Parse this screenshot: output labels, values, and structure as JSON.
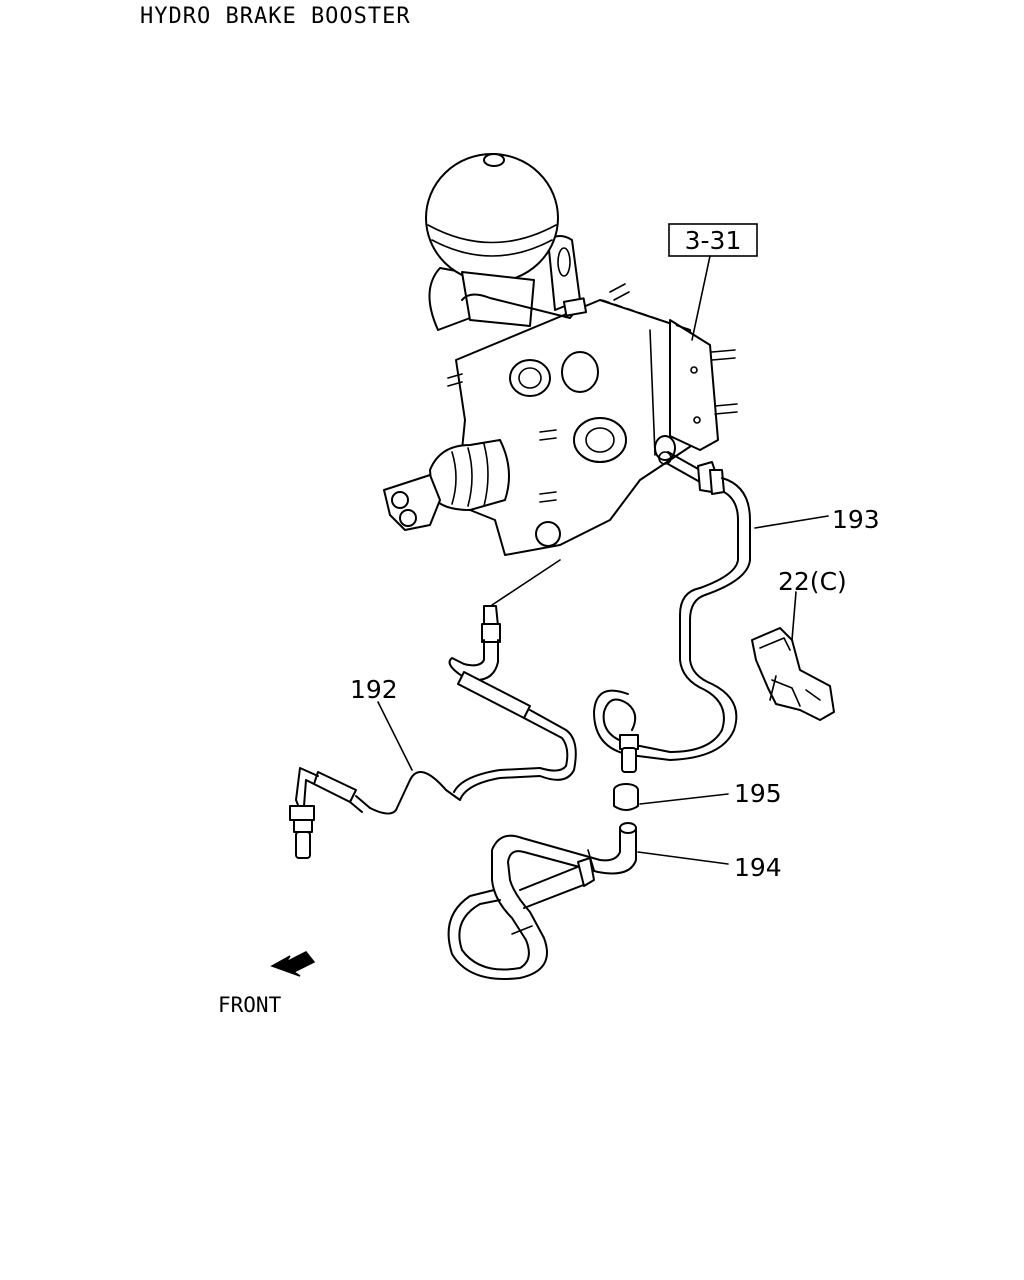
{
  "title": "HYDRO BRAKE BOOSTER",
  "reference_box": "3-31",
  "callouts": {
    "p192": "192",
    "p193": "193",
    "p194": "194",
    "p195": "195",
    "p22c": "22(C)"
  },
  "direction": {
    "label": "FRONT",
    "icon": "front-arrow-icon"
  }
}
